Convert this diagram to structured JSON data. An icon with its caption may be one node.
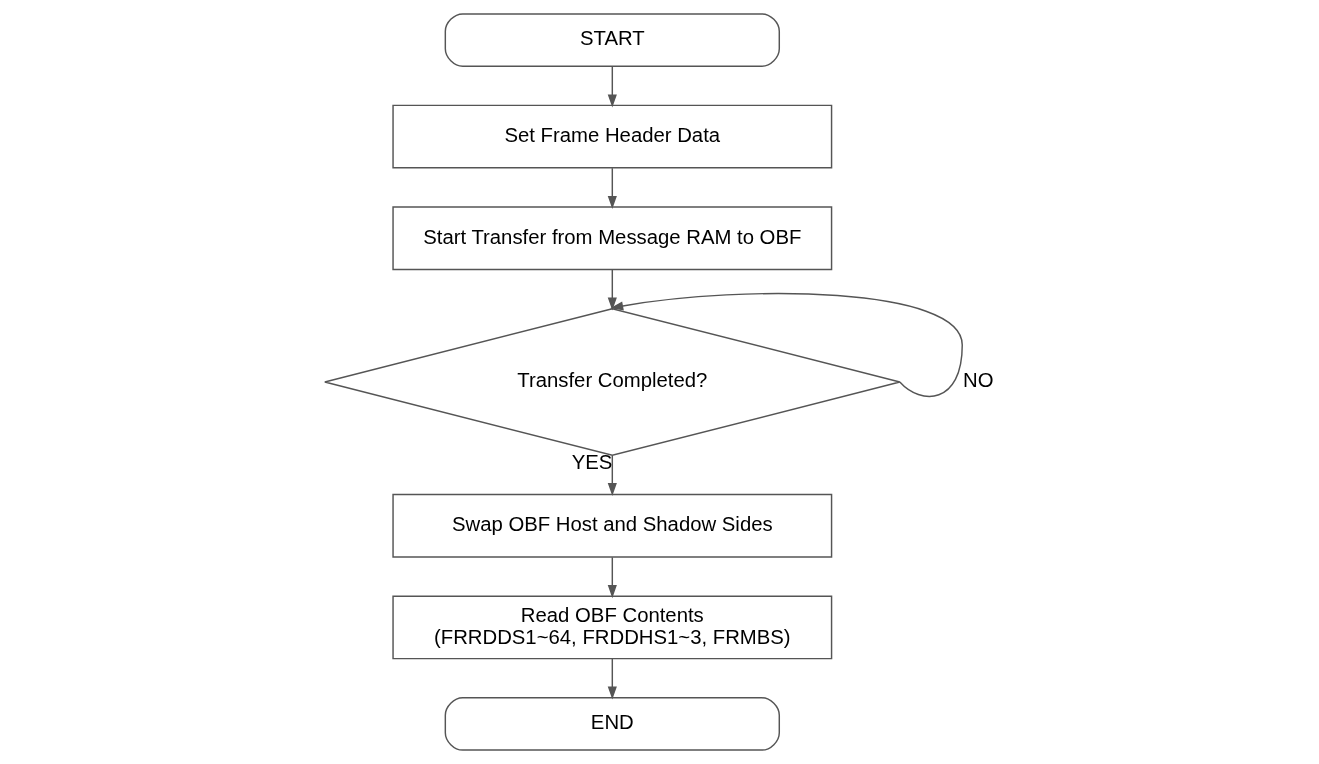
{
  "diagram": {
    "nodes": [
      {
        "text": [
          "START"
        ]
      },
      {
        "text": [
          "Set Frame Header Data"
        ]
      },
      {
        "text": [
          "Start Transfer from Message RAM to OBF"
        ]
      },
      {
        "text": [
          "Transfer Completed?"
        ]
      },
      {
        "text": [
          "Swap OBF Host and Shadow Sides"
        ]
      },
      {
        "text": [
          "Read OBF Contents",
          "(FRRDDS1~64, FRDDHS1~3, FRMBS)"
        ]
      },
      {
        "text": [
          "END"
        ]
      }
    ],
    "edges": [
      {
        "from": 0,
        "to": 1,
        "arrow": "to"
      },
      {
        "from": 1,
        "to": 2,
        "arrow": "to"
      },
      {
        "from": 2,
        "to": 3,
        "arrow": "to"
      },
      {
        "from": 3,
        "to": 3,
        "arrow": "to",
        "label": "NO"
      },
      {
        "from": 3,
        "to": 4,
        "arrow": "to",
        "label": "YES"
      },
      {
        "from": 4,
        "to": 5,
        "arrow": "to"
      },
      {
        "from": 5,
        "to": 6,
        "arrow": "to"
      }
    ]
  }
}
